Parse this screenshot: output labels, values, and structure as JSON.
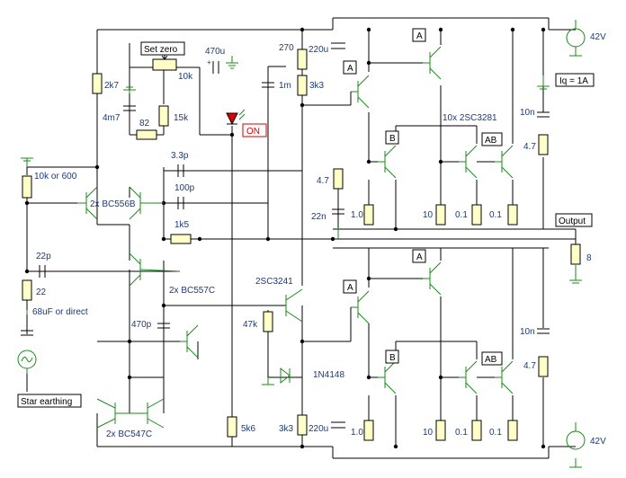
{
  "labels": {
    "set_zero": "Set zero",
    "c470u": "470u",
    "r10k_pot": "10k",
    "r2k7": "2k7",
    "c4m7": "4m7",
    "r82": "82",
    "r15k": "15k",
    "on": "ON",
    "r270": "270",
    "c220u_top": "220u",
    "c1m": "1m",
    "r3k3_top": "3k3",
    "tA1": "A",
    "tA2": "A",
    "tB1": "B",
    "tAB1": "AB",
    "q_top": "10x 2SC3281",
    "c10n_top": "10n",
    "r4_7_top": "4.7",
    "v42_top": "42V",
    "iq": "Iq = 1A",
    "r10k600": "10k or 600",
    "bc556": "2x BC556B",
    "c3p3": "3.3p",
    "c100p": "100p",
    "r1k5": "1k5",
    "r4_7_mid": "4.7",
    "c22n": "22n",
    "r1_0_top": "1.0",
    "r10_top": "10",
    "r0_1_top_a": "0.1",
    "r0_1_top_b": "0.1",
    "output": "Output",
    "r8": "8",
    "c22p": "22p",
    "r22": "22",
    "c68u": "68uF or direct",
    "bc557": "2x BC557C",
    "sc3241": "2SC3241",
    "r47k": "47k",
    "c470p": "470p",
    "d1n4148": "1N4148",
    "bA1": "A",
    "bA2": "A",
    "bB1": "B",
    "bAB1": "AB",
    "c10n_bot": "10n",
    "r4_7_bot": "4.7",
    "star": "Star earthing",
    "bc547": "2x BC547C",
    "r5k6": "5k6",
    "r3k3_bot": "3k3",
    "c220u_bot": "220u",
    "r1_0_bot": "1.0",
    "r10_bot": "10",
    "r0_1_bot_a": "0.1",
    "r0_1_bot_b": "0.1",
    "v42_bot": "42V"
  }
}
